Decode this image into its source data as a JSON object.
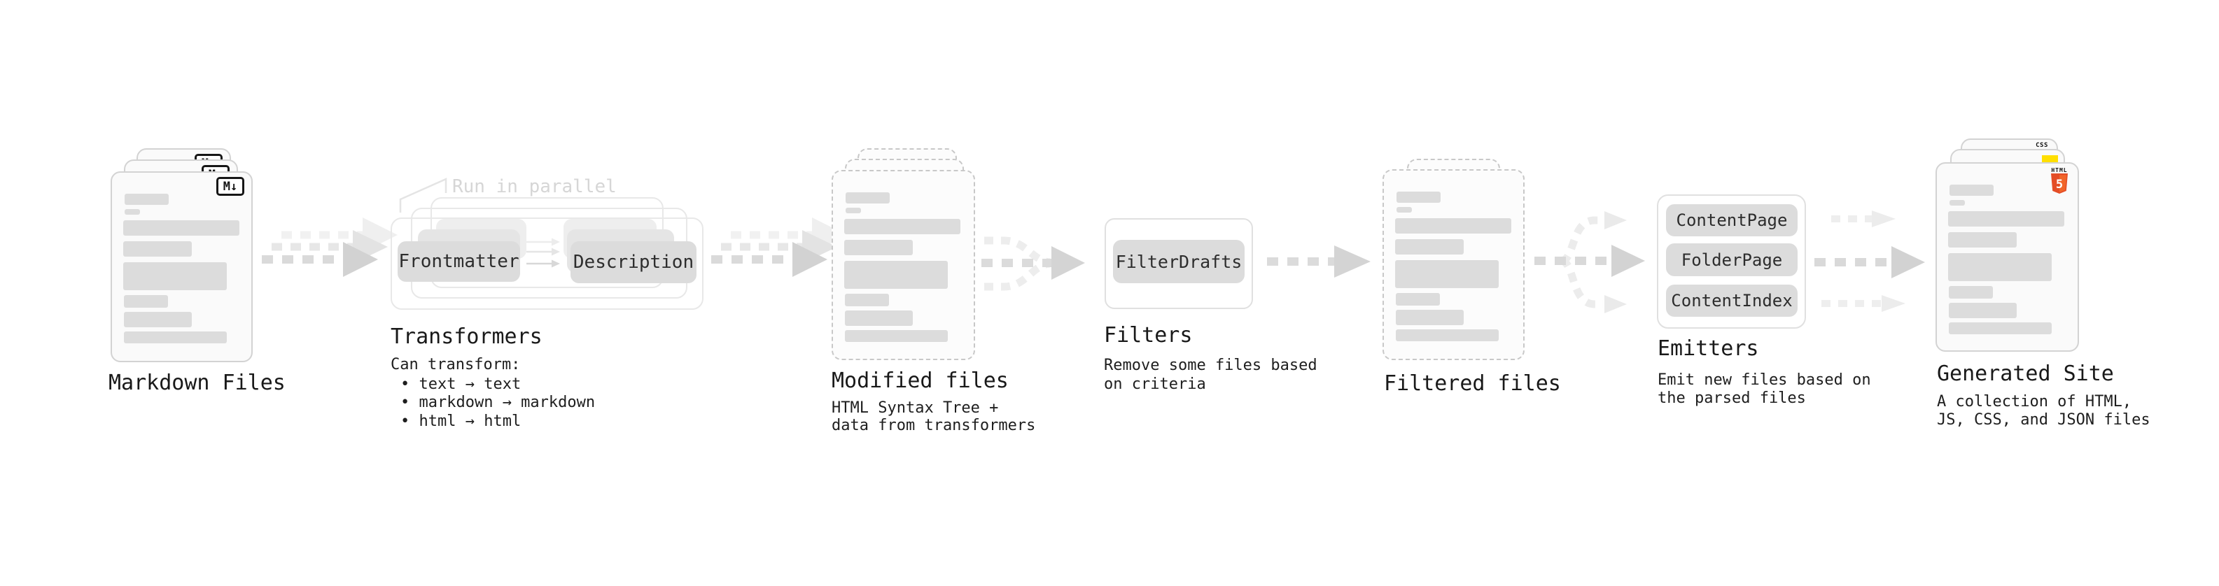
{
  "stages": {
    "markdown": {
      "label": "Markdown Files",
      "badge": "M↓"
    },
    "transformers": {
      "label": "Transformers",
      "annotation": "Run in parallel",
      "pill_left": "Frontmatter",
      "pill_right": "Description",
      "desc_heading": "Can transform:",
      "bullets": [
        "• text → text",
        "• markdown → markdown",
        "• html → html"
      ]
    },
    "modified": {
      "label": "Modified files",
      "desc_lines": [
        "HTML Syntax Tree +",
        "data from transformers"
      ]
    },
    "filters": {
      "label": "Filters",
      "pill": "FilterDrafts",
      "desc_lines": [
        "Remove some files based",
        "on criteria"
      ]
    },
    "filtered": {
      "label": "Filtered files"
    },
    "emitters": {
      "label": "Emitters",
      "pills": [
        "ContentPage",
        "FolderPage",
        "ContentIndex"
      ],
      "desc_lines": [
        "Emit new files based on",
        "the parsed files"
      ]
    },
    "generated": {
      "label": "Generated Site",
      "desc_lines": [
        "A collection of HTML,",
        "JS, CSS, and JSON files"
      ],
      "badge_css": "CSS",
      "badge_html_label": "HTML",
      "badge_html_number": "5"
    }
  },
  "colors": {
    "html5_orange": "#e44d26",
    "html5_orange_light": "#f16529",
    "js_yellow": "#ffdf00",
    "css_blue": "#264de4",
    "card_fill": "#fafafa",
    "card_border": "#d3d3d3",
    "bar_gray": "#dcdcdc",
    "arrow_dark": "#d2d2d2",
    "arrow_light": "#efefef"
  }
}
